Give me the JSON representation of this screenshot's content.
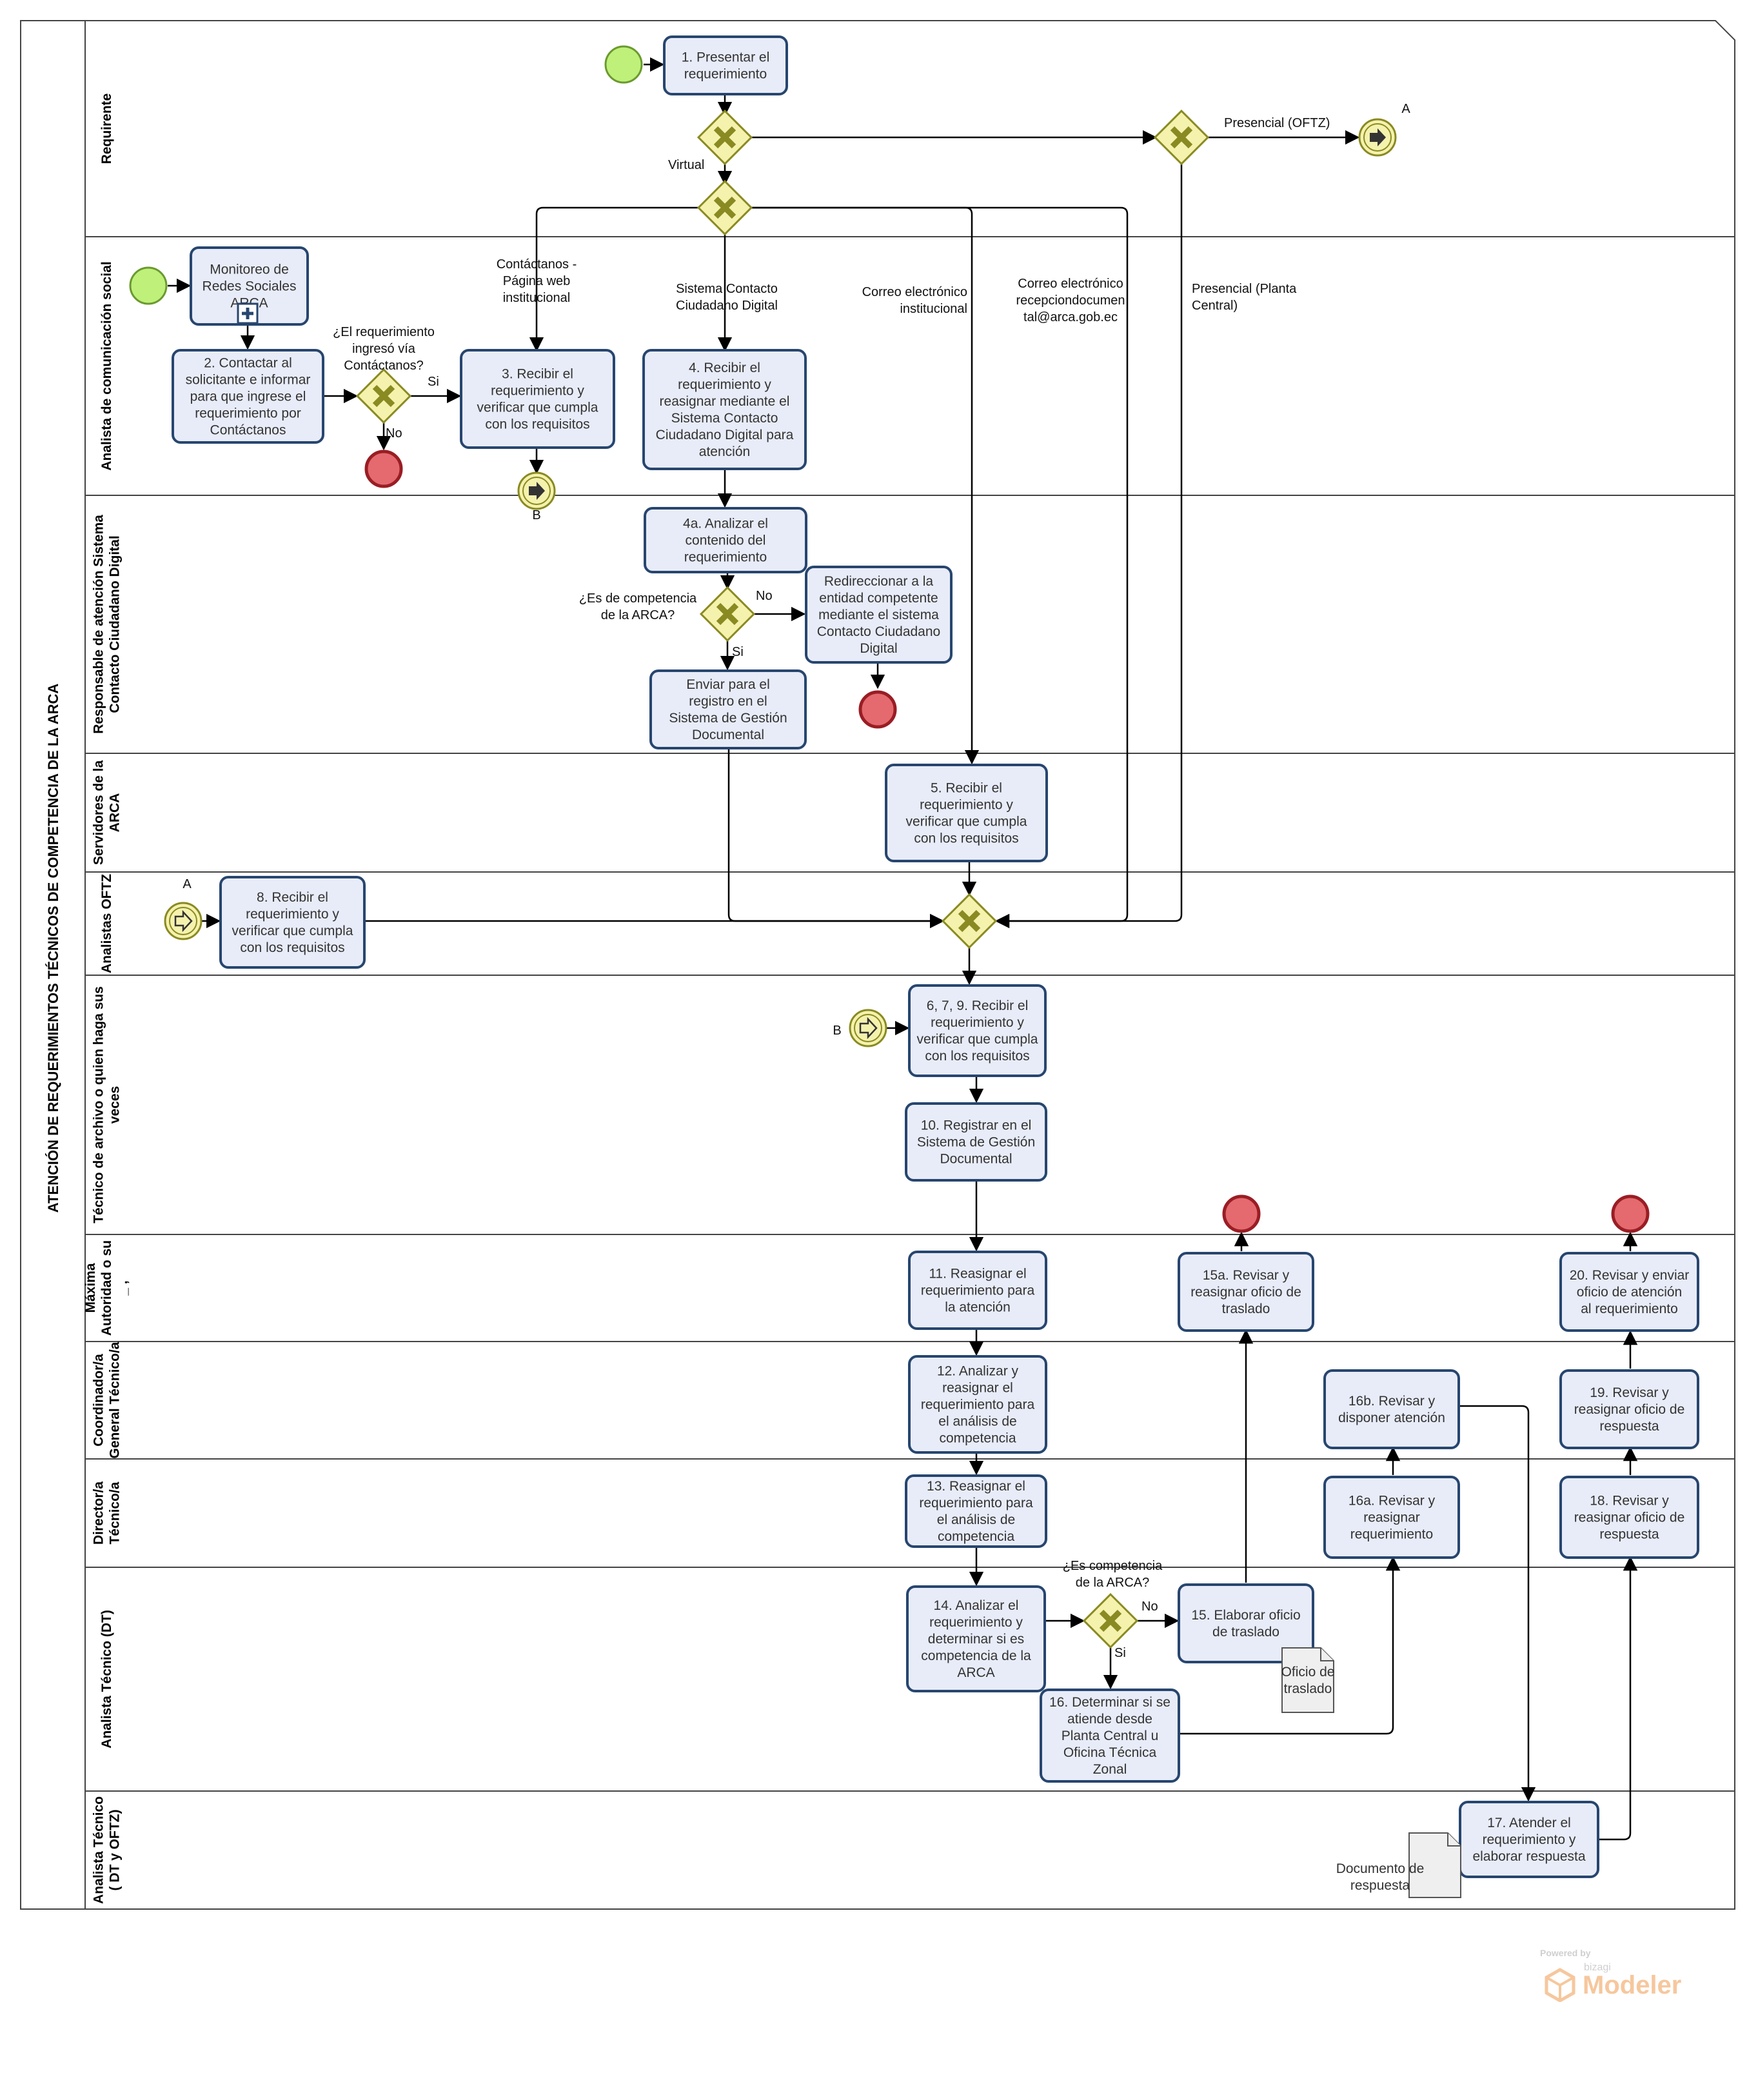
{
  "pool": {
    "title": "ATENCIÓN DE REQUERIMIENTOS TÉCNICOS DE COMPETENCIA DE LA ARCA"
  },
  "lanes": [
    {
      "id": "requirente",
      "label": [
        "Requirente"
      ]
    },
    {
      "id": "comunicacion",
      "label": [
        "Analista de comunicación social"
      ]
    },
    {
      "id": "ciudadano",
      "label": [
        "Responsable de atención Sistema",
        "Contacto Ciudadano Digital"
      ]
    },
    {
      "id": "servidores",
      "label": [
        "Servidores de la",
        "ARCA"
      ]
    },
    {
      "id": "oftz",
      "label": [
        "Analistas OFTZ"
      ]
    },
    {
      "id": "archivo",
      "label": [
        "Técnico de archivo o quien haga sus",
        "veces"
      ]
    },
    {
      "id": "maxima",
      "label": [
        "Máxima",
        "Autoridad o su",
        "_  ,"
      ]
    },
    {
      "id": "coordinador",
      "label": [
        "Coordinador/a",
        "General Técnico/a"
      ]
    },
    {
      "id": "director",
      "label": [
        "Director/a",
        "Técnico/a"
      ]
    },
    {
      "id": "dt",
      "label": [
        "Analista Técnico (DT)"
      ]
    },
    {
      "id": "dtoftz",
      "label": [
        "Analista Técnico",
        "( DT y OFTZ)"
      ]
    }
  ],
  "tasks": [
    {
      "id": "t1",
      "lines": [
        "1. Presentar el",
        "requerimiento"
      ]
    },
    {
      "id": "tmon",
      "lines": [
        "Monitoreo de",
        "Redes Sociales",
        "ARCA"
      ]
    },
    {
      "id": "t2",
      "lines": [
        "2. Contactar al",
        "solicitante e informar",
        "para que ingrese el",
        "requerimiento por",
        "Contáctanos"
      ]
    },
    {
      "id": "t3",
      "lines": [
        "3. Recibir el",
        "requerimiento y",
        "verificar que cumpla",
        "con los requisitos"
      ]
    },
    {
      "id": "t4",
      "lines": [
        "4. Recibir el",
        "requerimiento y",
        "reasignar mediante el",
        "Sistema Contacto",
        "Ciudadano Digital para",
        "atención"
      ]
    },
    {
      "id": "t4a",
      "lines": [
        "4a. Analizar el",
        "contenido del",
        "requerimiento"
      ]
    },
    {
      "id": "tredir",
      "lines": [
        "Redireccionar a la",
        "entidad competente",
        "mediante  el sistema",
        "Contacto Ciudadano",
        "Digital"
      ]
    },
    {
      "id": "tenviar",
      "lines": [
        "Enviar para el",
        "registro en el",
        "Sistema de Gestión",
        "Documental"
      ]
    },
    {
      "id": "t5",
      "lines": [
        "5. Recibir el",
        "requerimiento y",
        "verificar que cumpla",
        "con los requisitos"
      ]
    },
    {
      "id": "t8",
      "lines": [
        "8. Recibir el",
        "requerimiento y",
        "verificar que cumpla",
        "con los requisitos"
      ]
    },
    {
      "id": "t679",
      "lines": [
        "6, 7, 9. Recibir el",
        "requerimiento y",
        "verificar que cumpla",
        "con los requisitos"
      ]
    },
    {
      "id": "t10",
      "lines": [
        "10. Registrar en el",
        "Sistema de Gestión",
        "Documental"
      ]
    },
    {
      "id": "t11",
      "lines": [
        "11. Reasignar el",
        "requerimiento para",
        "la atención"
      ]
    },
    {
      "id": "t15a",
      "lines": [
        "15a. Revisar y",
        "reasignar oficio de",
        "traslado"
      ]
    },
    {
      "id": "t20",
      "lines": [
        "20. Revisar y enviar",
        "oficio de atención",
        "al requerimiento"
      ]
    },
    {
      "id": "t12",
      "lines": [
        "12. Analizar y",
        "reasignar el",
        "requerimiento para",
        "el análisis de",
        "competencia"
      ]
    },
    {
      "id": "t16b",
      "lines": [
        "16b. Revisar y",
        "disponer atención"
      ]
    },
    {
      "id": "t19",
      "lines": [
        "19. Revisar y",
        "reasignar oficio de",
        "respuesta"
      ]
    },
    {
      "id": "t13",
      "lines": [
        "13. Reasignar el",
        "requerimiento para",
        "el análisis de",
        "competencia"
      ]
    },
    {
      "id": "t16a",
      "lines": [
        "16a. Revisar y",
        "reasignar",
        "requerimiento"
      ]
    },
    {
      "id": "t18",
      "lines": [
        "18. Revisar y",
        "reasignar oficio de",
        "respuesta"
      ]
    },
    {
      "id": "t14",
      "lines": [
        "14. Analizar el",
        "requerimiento y",
        "determinar si es",
        "competencia de la",
        "ARCA"
      ]
    },
    {
      "id": "t15",
      "lines": [
        "15. Elaborar oficio",
        "de traslado"
      ]
    },
    {
      "id": "t16",
      "lines": [
        "16. Determinar si se",
        "atiende desde",
        "Planta Central u",
        "Oficina Técnica",
        "Zonal"
      ]
    },
    {
      "id": "t17",
      "lines": [
        "17. Atender el",
        "requerimiento y",
        "elaborar respuesta"
      ]
    }
  ],
  "labels": [
    {
      "id": "presencial_oftz",
      "lines": [
        "Presencial (OFTZ)"
      ]
    },
    {
      "id": "virtual",
      "lines": [
        "Virtual"
      ]
    },
    {
      "id": "contactanos",
      "lines": [
        "Contáctanos -",
        "Página web",
        "institucional"
      ]
    },
    {
      "id": "sistema",
      "lines": [
        "Sistema Contacto",
        "Ciudadano Digital"
      ]
    },
    {
      "id": "correo_inst",
      "lines": [
        "Correo electrónico",
        "institucional"
      ]
    },
    {
      "id": "correo_recep",
      "lines": [
        "Correo electrónico",
        "recepciondocumen",
        "tal@arca.gob.ec"
      ]
    },
    {
      "id": "presencial_pc",
      "lines": [
        "Presencial (Planta",
        "Central)"
      ]
    },
    {
      "id": "q_contactanos",
      "lines": [
        "¿El requerimiento",
        "ingresó vía",
        "Contáctanos?"
      ]
    },
    {
      "id": "si1",
      "lines": [
        "Si"
      ]
    },
    {
      "id": "no1",
      "lines": [
        "No"
      ]
    },
    {
      "id": "q_comp1",
      "lines": [
        "¿Es de competencia",
        "de la ARCA?"
      ]
    },
    {
      "id": "no2",
      "lines": [
        "No"
      ]
    },
    {
      "id": "si2",
      "lines": [
        "Si"
      ]
    },
    {
      "id": "q_comp2",
      "lines": [
        "¿Es competencia",
        "de la ARCA?"
      ]
    },
    {
      "id": "no3",
      "lines": [
        "No"
      ]
    },
    {
      "id": "si3",
      "lines": [
        "Si"
      ]
    },
    {
      "id": "link_a1",
      "lines": [
        "A"
      ]
    },
    {
      "id": "link_b1",
      "lines": [
        "B"
      ]
    },
    {
      "id": "link_a2",
      "lines": [
        "A"
      ]
    },
    {
      "id": "link_b2",
      "lines": [
        "B"
      ]
    }
  ],
  "documents": [
    {
      "id": "doc_traslado",
      "lines": [
        "Oficio de",
        "traslado"
      ]
    },
    {
      "id": "doc_respuesta",
      "lines": [
        "Documento de",
        "respuesta"
      ]
    }
  ],
  "watermark": {
    "powered": "Powered by",
    "brand": "bizagi",
    "product": "Modeler"
  },
  "colors": {
    "task_fill": "#e8ecf8",
    "task_stroke": "#27466f",
    "start": "#bff07a",
    "end": "#e46a6f",
    "gateway": "#f4f2ad"
  }
}
